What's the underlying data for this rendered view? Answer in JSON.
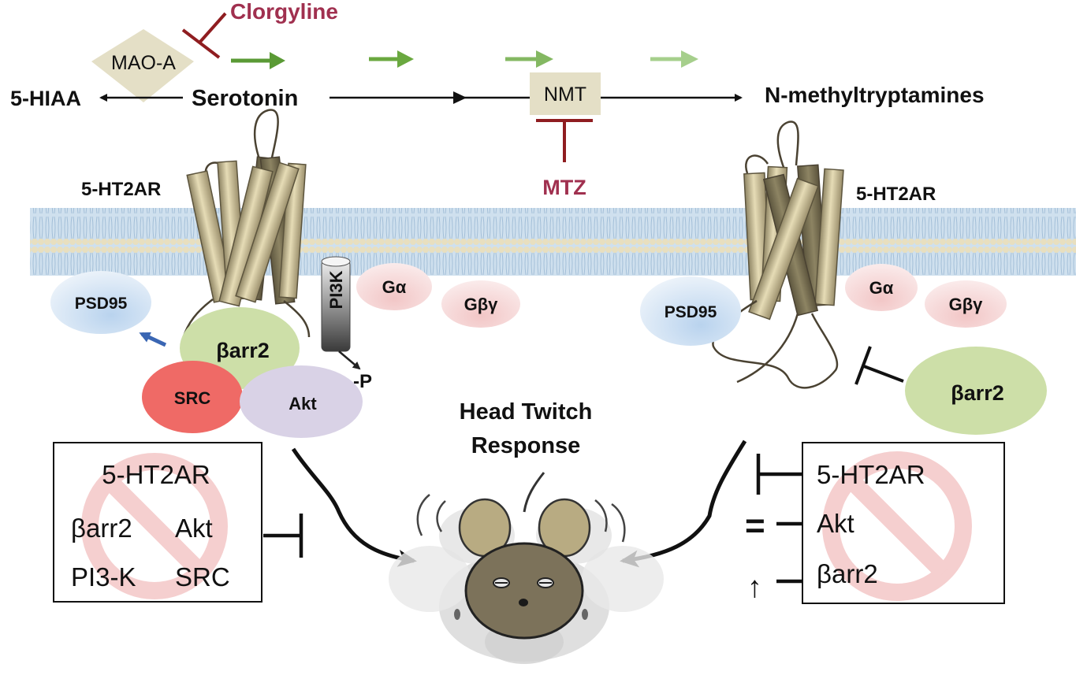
{
  "pathway": {
    "serotonin": "Serotonin",
    "hiaa": "5-HIAA",
    "mao_a": "MAO-A",
    "clorgyline": "Clorgyline",
    "nmt": "NMT",
    "mtz": "MTZ",
    "product": "N-methyltryptamines"
  },
  "left_receptor": {
    "receptor_label": "5-HT2AR",
    "psd95": "PSD95",
    "barr2": "βarr2",
    "src": "SRC",
    "akt": "Akt",
    "pi3k": "PI3K",
    "phospho": "-P",
    "g_alpha": "Gα",
    "g_betagamma": "Gβγ"
  },
  "right_receptor": {
    "receptor_label": "5-HT2AR",
    "psd95": "PSD95",
    "barr2": "βarr2",
    "g_alpha": "Gα",
    "g_betagamma": "Gβγ"
  },
  "outcome": {
    "line1": "Head Twitch",
    "line2": "Response"
  },
  "left_box": {
    "row1": "5-HT2AR",
    "row2_a": "βarr2",
    "row2_b": "Akt",
    "row3_a": "PI3-K",
    "row3_b": "SRC"
  },
  "right_box": {
    "row1": "5-HT2AR",
    "row2": "Akt",
    "row3": "βarr2",
    "equal_marker": "=",
    "increase_marker": "↑"
  },
  "colors": {
    "inhibitor_red": "#a0304f",
    "arrow_green": "#5e9e3a",
    "barr2_green": "#cddfa8",
    "src_red": "#ef6a66",
    "akt_purple": "#d9d2e6",
    "psd95_blue": "#cfe0f1",
    "g_protein_pink": "#f5d9d9",
    "membrane_blue": "#b9d2e6",
    "receptor_tan": "#c9bd94"
  }
}
